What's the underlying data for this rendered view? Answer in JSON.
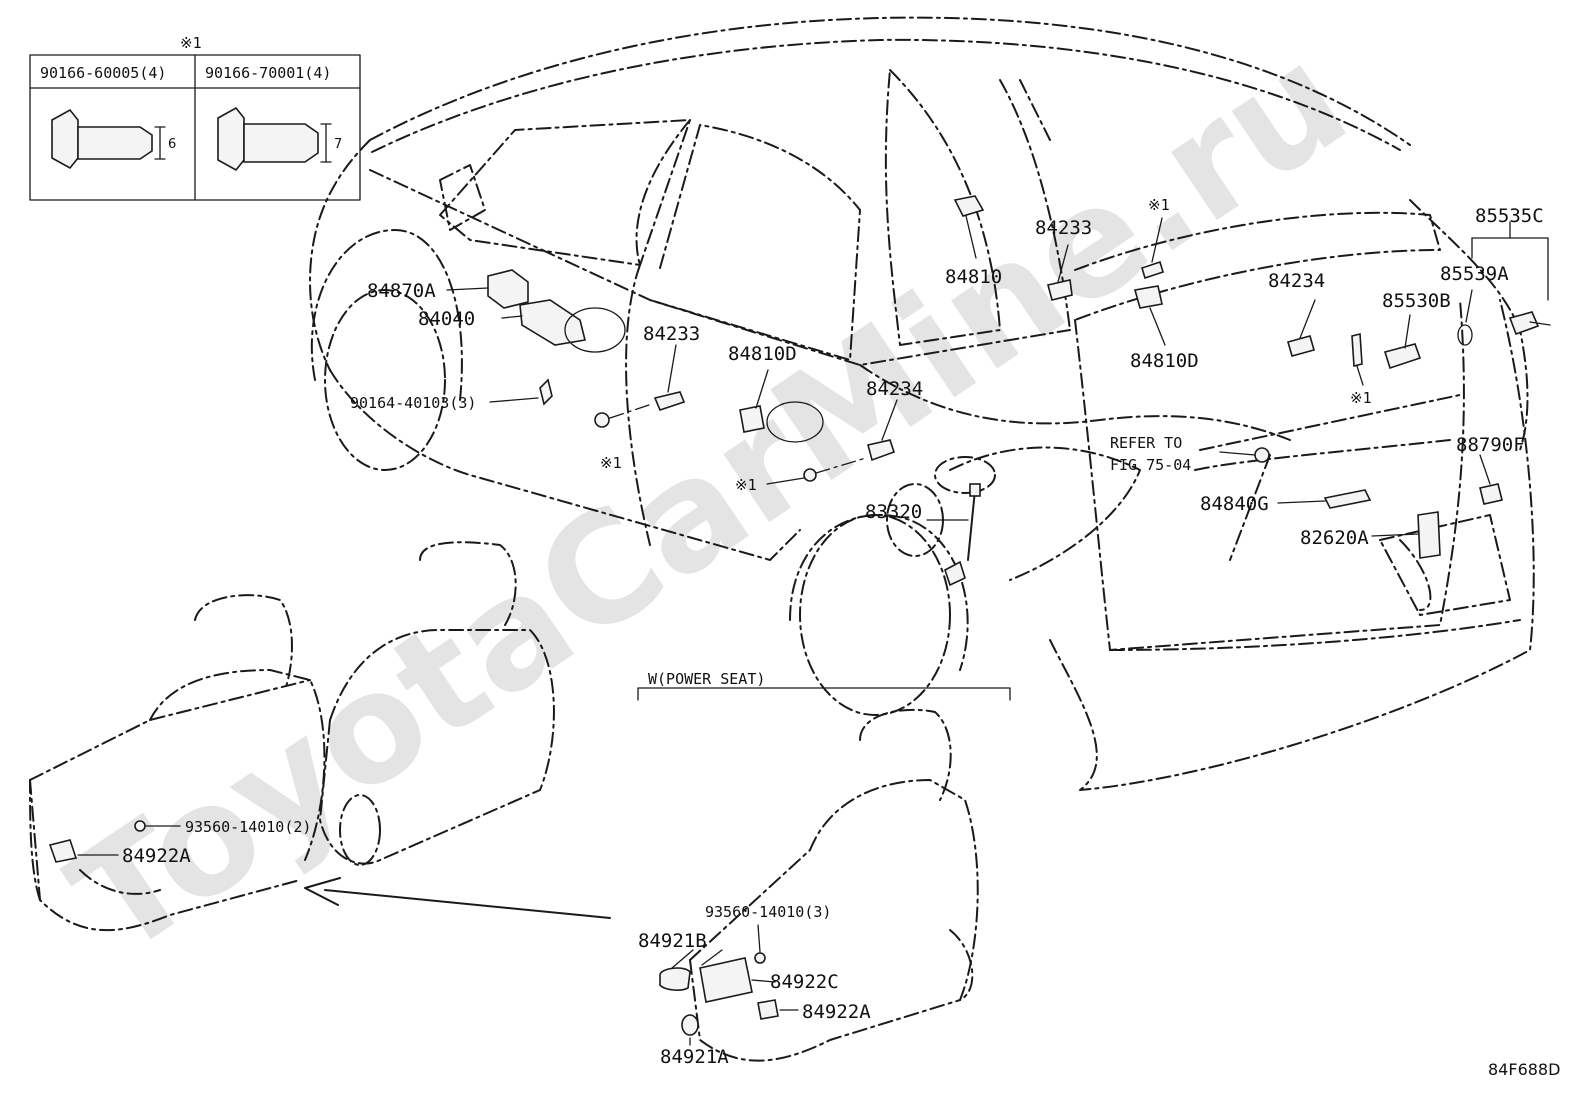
{
  "watermark": "ToyotaCarMine.ru",
  "diagram_code": "84F688D",
  "fastener_table": {
    "mark": "※1",
    "col1": "90166-60005(4)",
    "col2": "90166-70001(4)",
    "dim1": "6",
    "dim2": "7"
  },
  "power_seat_label": "W(POWER SEAT)",
  "refer_line1": "REFER TO",
  "refer_line2": "FIG 75-04",
  "parts": {
    "p84870A": "84870A",
    "p84040": "84040",
    "p90164": "90164-40103(3)",
    "p84233_front": "84233",
    "mark_front": "※1",
    "p84810D_mid": "84810D",
    "p84234_mid": "84234",
    "mark_mid": "※1",
    "p83320": "83320",
    "p84810": "84810",
    "p84233_rear": "84233",
    "mark_rear_top": "※1",
    "p84810D_rear": "84810D",
    "p84234_rear": "84234",
    "mark_rear_bottom": "※1",
    "p85535C": "85535C",
    "p85539A": "85539A",
    "p85530B": "85530B",
    "p88790F": "88790F",
    "p84840G": "84840G",
    "p82620A": "82620A",
    "p93560_2": "93560-14010(2)",
    "p84922A_left": "84922A",
    "p93560_3": "93560-14010(3)",
    "p84921B": "84921B",
    "p84922C": "84922C",
    "p84922A_right": "84922A",
    "p84921A": "84921A"
  }
}
